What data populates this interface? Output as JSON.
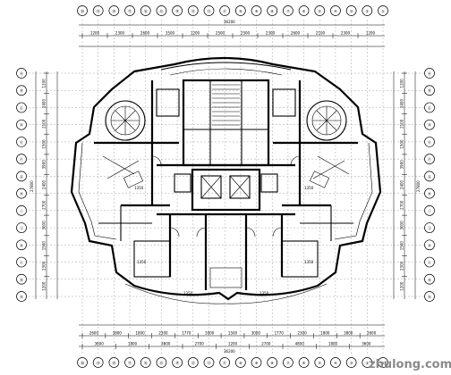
{
  "plan": {
    "top_axes": [
      "⑳",
      "⑲",
      "⑱",
      "⑰",
      "⑯",
      "⑮",
      "⑭",
      "⑬",
      "⑫",
      "⑪",
      "⑩",
      "⑨",
      "⑧",
      "⑦",
      "⑥",
      "⑤",
      "④",
      "③",
      "②",
      "①"
    ],
    "bottom_axes": [
      "⑳",
      "⑲",
      "⑱",
      "⑰",
      "⑯",
      "⑮",
      "⑭",
      "⑬",
      "⑫",
      "⑪",
      "⑩",
      "⑨",
      "⑧",
      "⑦",
      "⑥",
      "⑤",
      "④",
      "③",
      "②",
      "①"
    ],
    "left_axes": [
      "Ⓐ",
      "Ⓑ",
      "Ⓒ",
      "Ⓓ",
      "Ⓔ",
      "Ⓕ",
      "Ⓖ",
      "Ⓗ",
      "Ⓘ",
      "Ⓙ",
      "Ⓚ",
      "Ⓛ",
      "Ⓜ",
      "Ⓝ"
    ],
    "right_axes": [
      "Ⓐ",
      "Ⓑ",
      "Ⓒ",
      "Ⓓ",
      "Ⓔ",
      "Ⓕ",
      "Ⓖ",
      "Ⓗ",
      "Ⓘ",
      "Ⓙ",
      "Ⓚ",
      "Ⓛ",
      "Ⓜ",
      "Ⓝ"
    ],
    "top_overall_dim": "36200",
    "top_dims": [
      "1200",
      "2300",
      "2600",
      "3500",
      "1200",
      "2500",
      "2500",
      "2300",
      "2600",
      "2100",
      "2300",
      "1200"
    ],
    "bottom_overall_dim": "36200",
    "bottom_dims": [
      "2600",
      "3800",
      "1800",
      "2300",
      "1770",
      "3000",
      "1500",
      "3000",
      "1770",
      "2300",
      "1800",
      "3800",
      "2600"
    ],
    "bottom_dims_2": [
      "3600",
      "1800",
      "4800",
      "2700",
      "1200",
      "2700",
      "4800",
      "1800",
      "3600"
    ],
    "left_dims": [
      "1200",
      "2400",
      "2100",
      "1500",
      "3900",
      "2400",
      "2700",
      "3000",
      "1500",
      "2300",
      "1200"
    ],
    "left_overall_dim": "27800",
    "right_dims": [
      "1200",
      "2400",
      "2100",
      "1500",
      "3900",
      "2400",
      "2700",
      "3000",
      "1500",
      "2300",
      "1200"
    ],
    "right_overall_dim": "27800",
    "room_numbers": [
      "1350",
      "1350",
      "1350",
      "1350",
      "1350",
      "1350"
    ],
    "watermark": "zhulong.com"
  }
}
